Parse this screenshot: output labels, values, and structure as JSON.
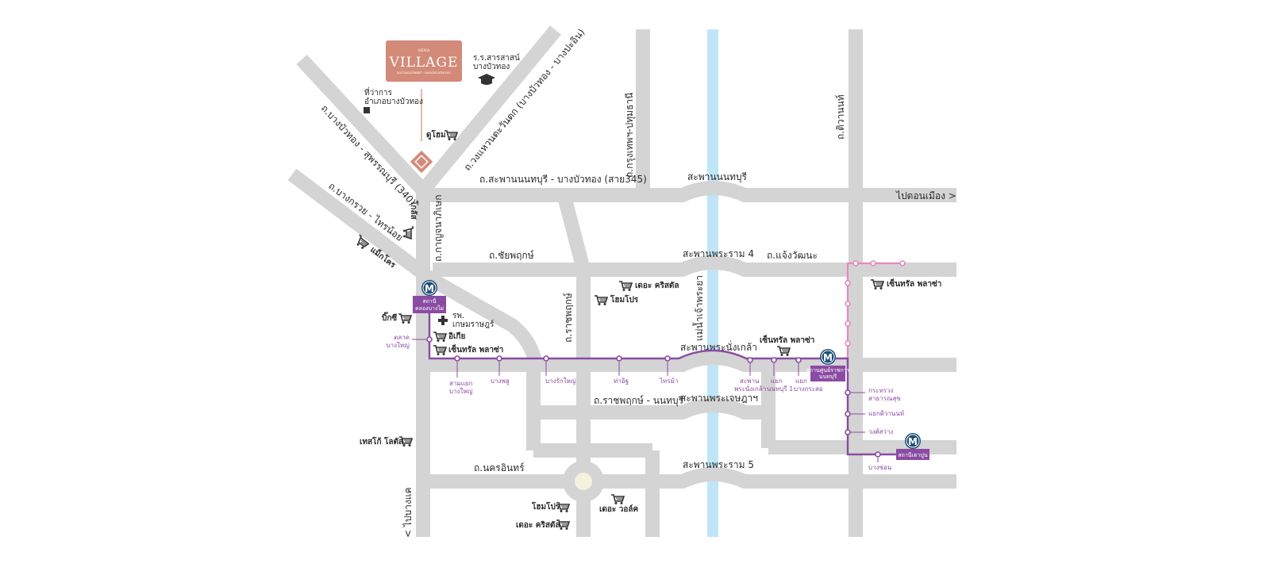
{
  "project": {
    "brand_top": "SENA",
    "brand_main": "VILLAGE",
    "brand_sub": "RATTANATHIBET - BANGBUATHONG",
    "color": "#d38a78"
  },
  "colors": {
    "road": "#d4d4d4",
    "river": "#bfe5f7",
    "purple_line": "#8a4ba3",
    "pink_line": "#e48bb8",
    "mrt_blue": "#1f4e79"
  },
  "roads": {
    "bangbuathong_suphan": "ถ.บางบัวทอง - สุพรรณบุรี (340)",
    "bangkruai_sainoi": "ถ.บางกรวย - ไทรน้อย",
    "outer_ring": "ถ.วงแหวนตะวันตก (บางบัวทอง - บางปะอิน)",
    "bkk_pathum": "ถ.กรุงเทพฯ-ปทุมธานี",
    "tiwanon": "ถ.ติวานนท์",
    "saphan_nonthaburi_rd": "ถ.สะพานนนทบุรี - บางบัวทอง (สาย345)",
    "to_donmueang": "ไปดอนเมือง >",
    "kanchanaphisek": "ถ.กาญจนาภิเษก",
    "chaiyaphruek": "ถ.ชัยพฤกษ์",
    "chaengwattana": "ถ.แจ้งวัฒนะ",
    "ratchaphruek": "ถ.ราชพฤกษ์",
    "ratchaphruek_nonthaburi": "ถ.ราชพฤกษ์ - นนทบุรี",
    "nakhon_in": "ถ.นครอินทร์",
    "to_bangkhae": "< ไปบางแค",
    "river": "แม่น้ำเจ้าพระยา"
  },
  "bridges": {
    "nonthaburi": "สะพานนนทบุรี",
    "rama4": "สะพานพระราม 4",
    "nangklao": "สะพานพระนั่งเกล้า",
    "chetsadabodin": "สะพานพระเจษฎาฯ",
    "rama5": "สะพานพระราม 5"
  },
  "places": {
    "district_office_1": "ที่ว่าการ",
    "district_office_2": "อำเภอบางบัวทอง",
    "school_1": "ร.ร.สารสาสน์",
    "school_2": "บางบัวทอง",
    "hospital_1": "รพ.",
    "hospital_2": "เกษมราษฎร์"
  },
  "shops": {
    "homepro_north": "ดูโฮม",
    "tesco_bangyai": "โกลัส",
    "makro": "แม็กโคร",
    "bigc": "บิ๊กซี",
    "ikea": "อิเกีย",
    "central_westgate": "เซ็นทรัล พลาซ่า",
    "crystal_north": "เดอะ คริสตัล",
    "homepro_mid": "โฮมโปร",
    "central_rattanathibet": "เซ็นทรัล พลาซ่า",
    "central_chaengwattana": "เซ็นทรัล พลาซ่า",
    "tesco_lotus": "เทสโก้ โลตัส",
    "homepro_south": "โฮมโปร",
    "walk": "เดอะ วอล์ค",
    "crystal_south": "เดอะ คริสตัล"
  },
  "mrt": {
    "letter": "M",
    "klongbangphai_1": "สถานี",
    "klongbangphai_2": "คลองบางไผ่",
    "nonthaburi_center_1": "สถานศูนย์ราชการ",
    "nonthaburi_center_2": "นนทบุรี",
    "taopoon": "สถานีเตาปูน"
  },
  "stations": {
    "talat_bangyai_1": "ตลาด",
    "talat_bangyai_2": "บางใหญ่",
    "samyaek_bangyai_1": "สามแยก",
    "samyaek_bangyai_2": "บางใหญ่",
    "bangphlu": "บางพลู",
    "bangrakyai": "บางรักใหญ่",
    "tha_it": "ท่าอิฐ",
    "sainma": "ไทรม้า",
    "nangklao_1": "สะพาน",
    "nangklao_2": "พระนั่งเกล้า",
    "yaek_nonthaburi_1": "แยก",
    "yaek_nonthaburi_2": "นนทบุรี 1",
    "yaek_bangkrasor_1": "แยก",
    "yaek_bangkrasor_2": "บางกระสอ",
    "kraswng_1": "กระทรวง",
    "kraswng_2": "สาธารณสุข",
    "yaek_tiwanon": "แยกติวานนท์",
    "wongsawang": "วงศ์สว่าง",
    "bangson": "บางซ่อน"
  }
}
